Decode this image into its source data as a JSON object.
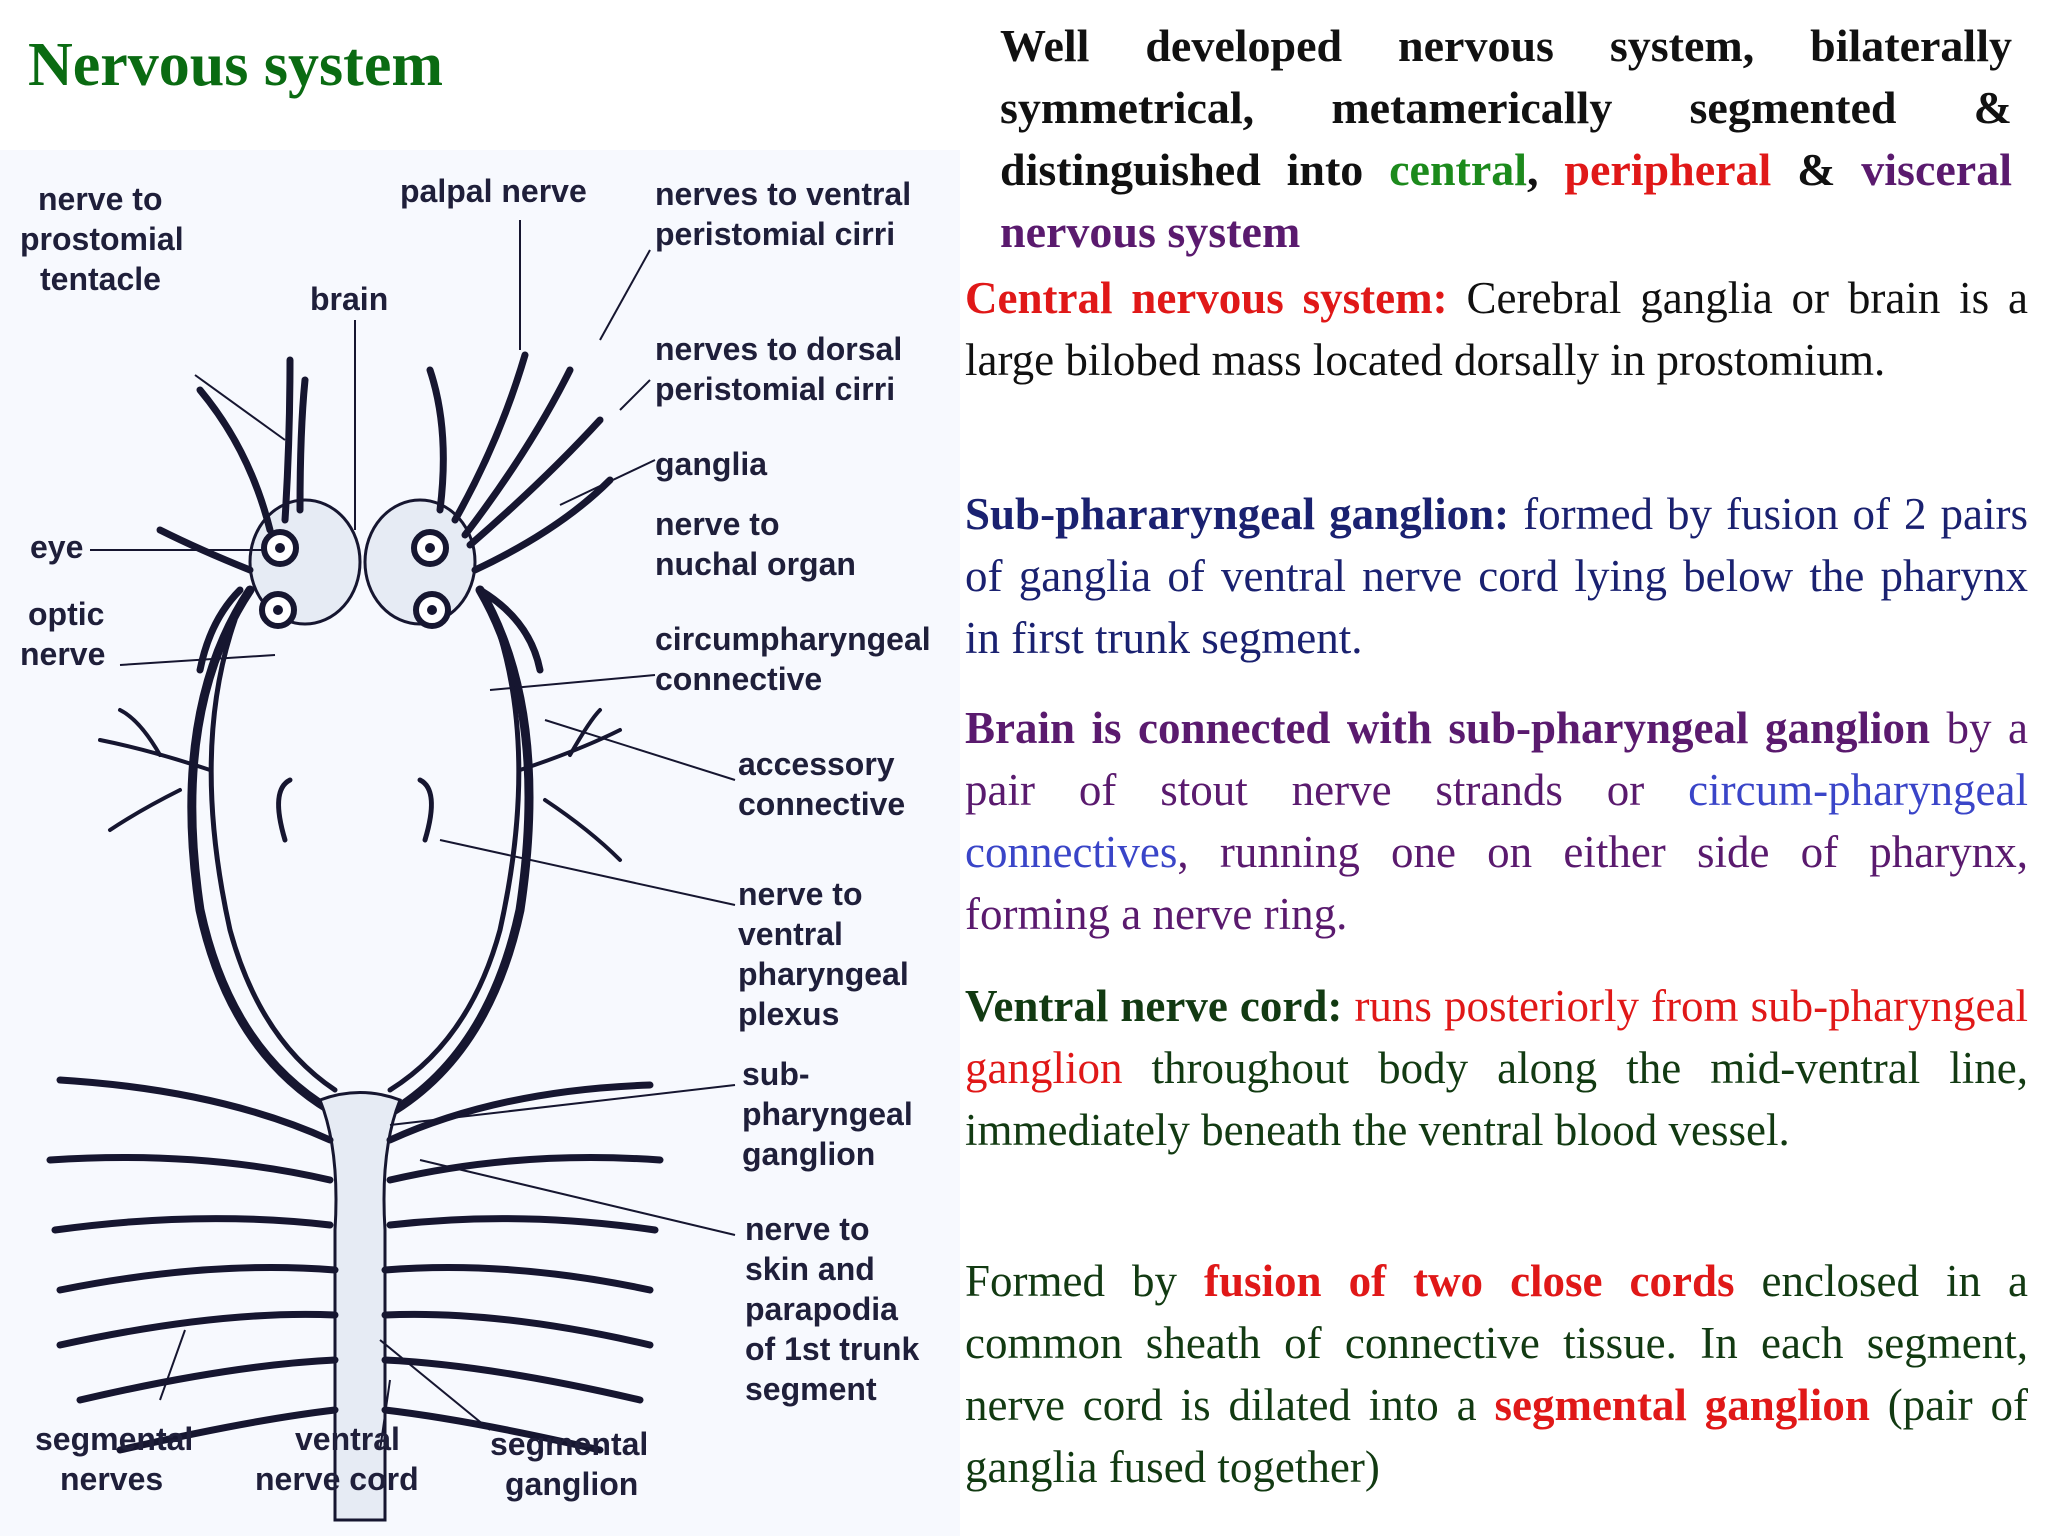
{
  "title": "Nervous system",
  "intro": {
    "t1": "Well developed nervous system, bilaterally symmetrical, metamerically segmented & distinguished into ",
    "central": "central",
    "comma": ", ",
    "peripheral": "peripheral",
    "amp": " & ",
    "visceral": "visceral nervous system"
  },
  "cns": {
    "head": "Central nervous system:",
    "body": " Cerebral ganglia or brain is a large bilobed mass located dorsally in prostomium."
  },
  "sub": {
    "head": "Sub-phararyngeal ganglion:",
    "body": " formed by fusion of 2 pairs of ganglia of ventral nerve cord lying below the pharynx in first trunk segment."
  },
  "brain": {
    "head": "Brain is connected with sub-pharyngeal ganglion",
    "mid": " by a pair of stout nerve strands or ",
    "circ": "circum-pharyngeal connectives",
    "tail": ", running one on either side of pharynx, forming a nerve ring."
  },
  "vnc": {
    "head": "Ventral nerve cord:",
    "red": " runs posteriorly from sub-pharyngeal ganglion",
    "tail": " throughout body along the mid-ventral line, immediately beneath the ventral blood vessel."
  },
  "formed": {
    "t1": "Formed by ",
    "fusion": "fusion of two close cords",
    "t2": " enclosed in a common sheath of connective tissue.       In each segment, nerve cord is dilated into a ",
    "seg": "segmental ganglion",
    "t3": " (pair of ganglia fused together)"
  },
  "labels": {
    "prostomial": [
      "nerve to",
      "prostomial",
      "tentacle"
    ],
    "palpal": "palpal nerve",
    "brain": "brain",
    "ventral_cirri": [
      "nerves to ventral",
      "peristomial cirri"
    ],
    "dorsal_cirri": [
      "nerves to dorsal",
      "peristomial cirri"
    ],
    "ganglia": "ganglia",
    "nuchal": [
      "nerve to",
      "nuchal organ"
    ],
    "eye": "eye",
    "optic": [
      "optic",
      "nerve"
    ],
    "circum": [
      "circumpharyngeal",
      "connective"
    ],
    "accessory": [
      "accessory",
      "connective"
    ],
    "plexus": [
      "nerve to",
      "ventral",
      "pharyngeal",
      "plexus"
    ],
    "subph": [
      "sub-",
      "pharyngeal",
      "ganglion"
    ],
    "skin": [
      "nerve to",
      "skin and",
      "parapodia",
      "of 1st trunk",
      "segment"
    ],
    "segnerves": [
      "segmental",
      "nerves"
    ],
    "cord": [
      "ventral",
      "nerve cord"
    ],
    "segganglion": [
      "segmental",
      "ganglion"
    ]
  },
  "colors": {
    "title": "#0a6b12",
    "central": "#1c8a1c",
    "peripheral": "#e01818",
    "visceral": "#5a1a6e",
    "navy": "#1a2170",
    "link_blue": "#3a45c8"
  }
}
